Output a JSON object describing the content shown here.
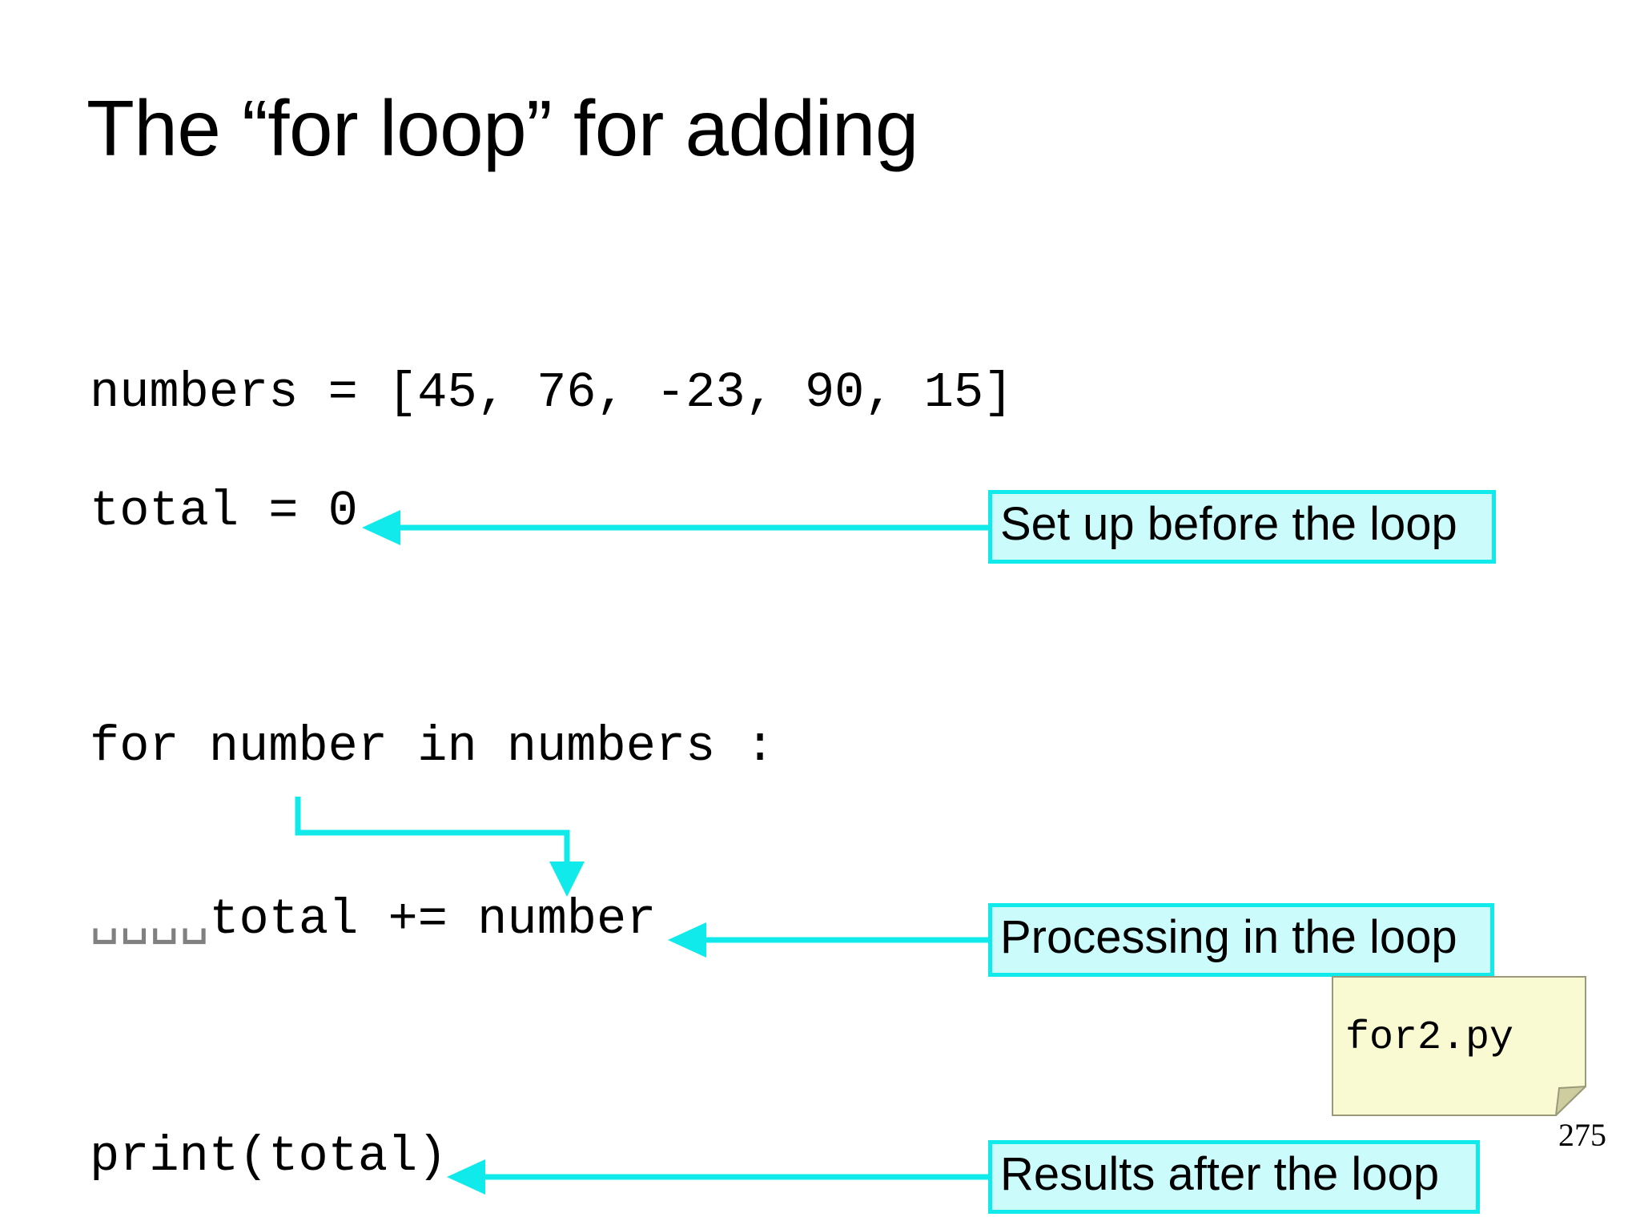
{
  "slide": {
    "title": "The “for loop” for adding",
    "page_number": "275",
    "background_color": "#ffffff"
  },
  "code": {
    "language": "python",
    "lines": [
      {
        "id": "numbers",
        "text": "numbers = [45, 76, -23, 90, 15]"
      },
      {
        "id": "total",
        "text": "total = 0"
      },
      {
        "id": "for",
        "text": "for number in numbers :"
      },
      {
        "id": "accum",
        "indent_marks": "␣␣␣␣",
        "text": "total += number"
      },
      {
        "id": "print",
        "text": "print(total)"
      }
    ],
    "indent_mark_color": "#808080"
  },
  "callouts": {
    "fill_color": "#ccfbfb",
    "border_color": "#11eaea",
    "items": [
      {
        "id": "setup",
        "label": "Set up before the loop"
      },
      {
        "id": "processing",
        "label": "Processing in the loop"
      },
      {
        "id": "results",
        "label": "Results after the loop"
      }
    ]
  },
  "arrows": {
    "color": "#11eaea",
    "items": [
      {
        "id": "arrow-to-total",
        "kind": "straight-left",
        "from": "callout-setup",
        "to": "code-line-total"
      },
      {
        "id": "arrow-loop-var",
        "kind": "elbow-down",
        "from": "for-number",
        "to": "accum-number"
      },
      {
        "id": "arrow-to-accum",
        "kind": "straight-left",
        "from": "callout-processing",
        "to": "code-line-accum"
      },
      {
        "id": "arrow-to-print",
        "kind": "straight-left",
        "from": "callout-results",
        "to": "code-line-print"
      }
    ]
  },
  "sticky_note": {
    "filename": "for2.py",
    "fill_color": "#fafad2",
    "fold_color": "#cdcd9f",
    "border_color": "#9a9a7a"
  }
}
